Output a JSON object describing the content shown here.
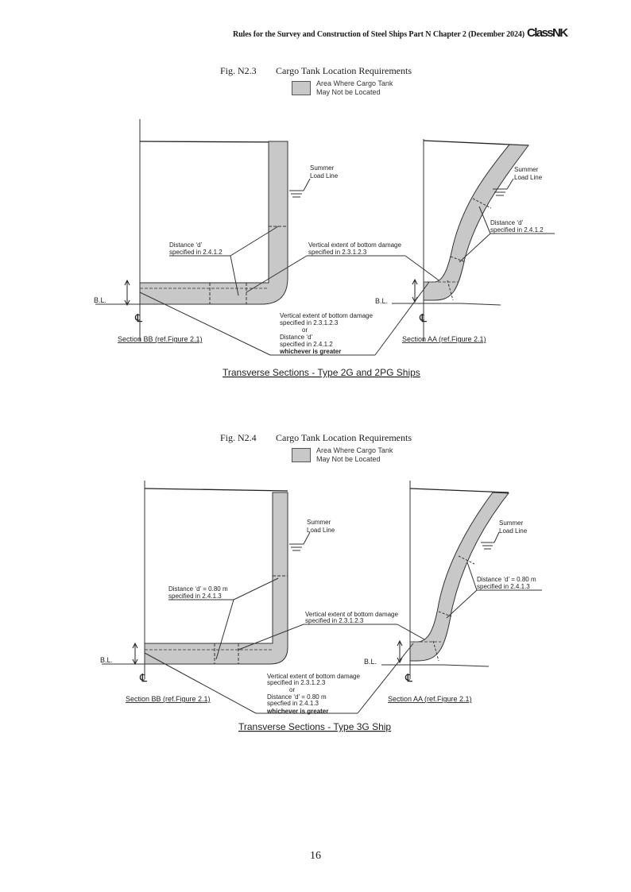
{
  "header": {
    "running_title": "Rules for the Survey and Construction of Steel Ships Part N Chapter 2 (December 2024)",
    "logo_text": "ClassNK"
  },
  "figures": [
    {
      "number": "Fig. N2.3",
      "caption": "Cargo Tank Location Requirements",
      "legend_line1": "Area Where Cargo Tank",
      "legend_line2": "May Not be Located",
      "summer_line1": "Summer",
      "summer_line2": "Load Line",
      "bl": "B.L.",
      "cl": "℄",
      "dist_left_line1": "Distance ‘d’",
      "dist_left_line2": "specified in 2.4.1.2",
      "vert_line1": "Vertical extent of bottom damage",
      "vert_line2": "specified in 2.3.1.2.3",
      "dist_right_line1": "Distance ‘d’",
      "dist_right_line2": "specified in 2.4.1.2",
      "note_line1": "Vertical extent of bottom damage",
      "note_line2": "specified in 2.3.1.2.3",
      "note_line3": "or",
      "note_line4": "Distance ‘d’",
      "note_line5": "specified in 2.4.1.2",
      "note_line6": "whichever is greater",
      "section_left": "Section BB (ref.Figure 2.1)",
      "section_right": "Section AA (ref.Figure 2.1)",
      "title": "Transverse Sections - Type 2G and 2PG Ships"
    },
    {
      "number": "Fig. N2.4",
      "caption": "Cargo Tank Location Requirements",
      "legend_line1": "Area Where Cargo Tank",
      "legend_line2": "May Not be Located",
      "summer_line1": "Summer",
      "summer_line2": "Load Line",
      "bl": "B.L.",
      "cl": "℄",
      "dist_left_line1": "Distance ‘d’ = 0.80 m",
      "dist_left_line2": "specified in 2.4.1.3",
      "vert_line1": "Vertical extent of bottom damage",
      "vert_line2": "specified in 2.3.1.2.3",
      "dist_right_line1": "Distance ‘d’ = 0.80 m",
      "dist_right_line2": "specified in 2.4.1.3",
      "note_line1": "Vertical extent of bottom damage",
      "note_line2": "specified in 2.3.1.2.3",
      "note_line3": "or",
      "note_line4": "Distance ‘d’ = 0.80 m",
      "note_line5": "specfied in 2.4.1.3",
      "note_line6": "whichever is greater",
      "section_left": "Section BB (ref.Figure 2.1)",
      "section_right": "Section AA (ref.Figure 2.1)",
      "title": "Transverse Sections - Type 3G Ship"
    }
  ],
  "page_number": "16"
}
